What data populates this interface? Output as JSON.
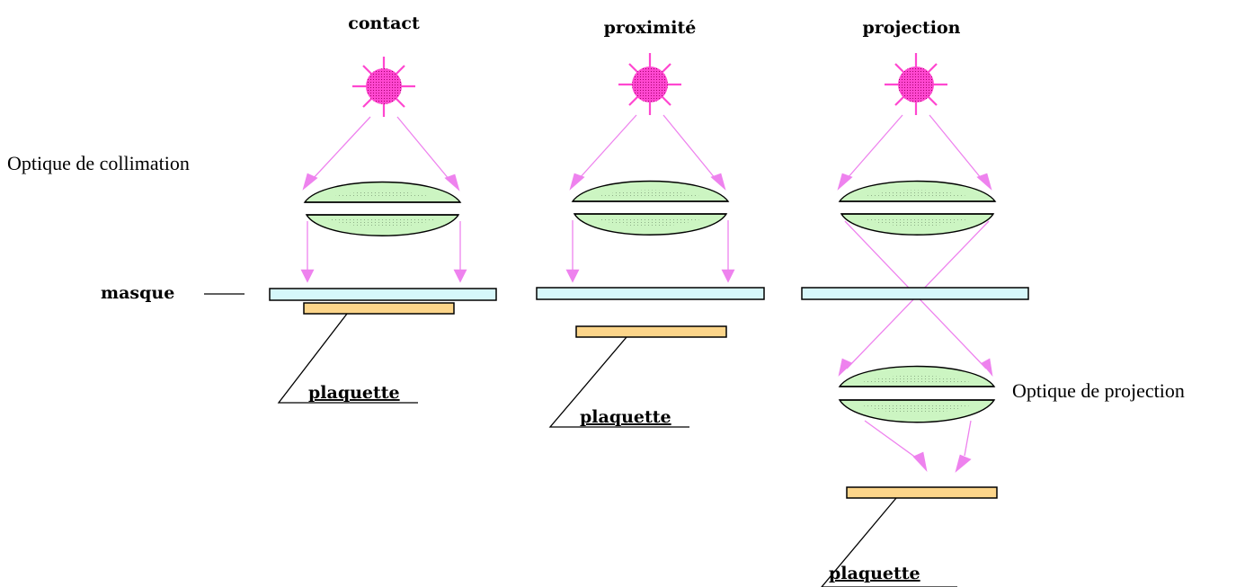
{
  "diagram": {
    "titles": {
      "contact": "contact",
      "proximite": "proximité",
      "projection": "projection"
    },
    "labels": {
      "collimation": "Optique de collimation",
      "masque": "masque",
      "projection_optics": "Optique de projection",
      "wafer": "plaquette"
    },
    "colors": {
      "light_source": "#ff47d0",
      "rays": "#ee82ee",
      "lens": "#ccf5c2",
      "mask": "#d6f7fa",
      "wafer": "#fcd58a"
    }
  }
}
